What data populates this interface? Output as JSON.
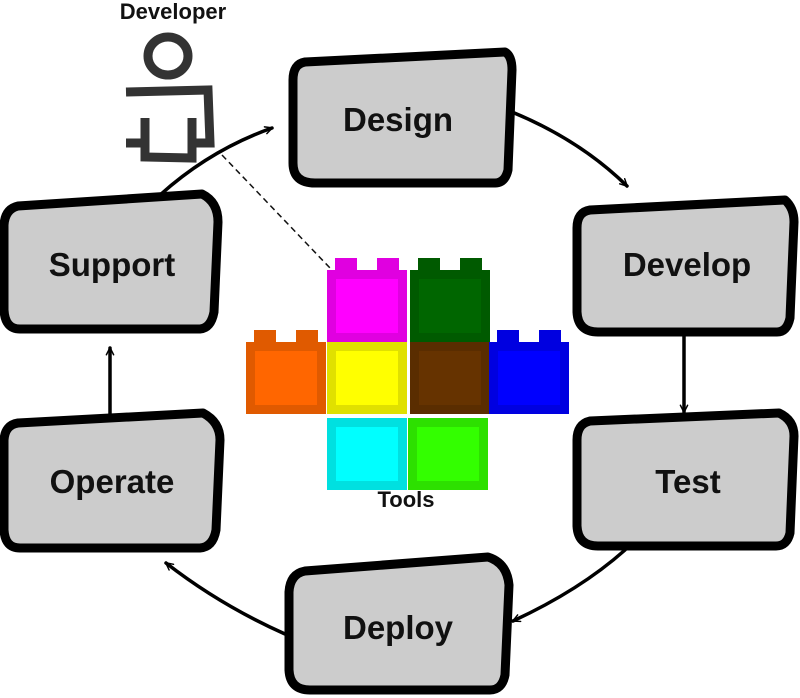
{
  "diagram": {
    "actor": {
      "label": "Developer",
      "icon": "person-icon"
    },
    "stages": [
      {
        "id": "design",
        "label": "Design"
      },
      {
        "id": "develop",
        "label": "Develop"
      },
      {
        "id": "test",
        "label": "Test"
      },
      {
        "id": "deploy",
        "label": "Deploy"
      },
      {
        "id": "operate",
        "label": "Operate"
      },
      {
        "id": "support",
        "label": "Support"
      }
    ],
    "flow": [
      {
        "from": "design",
        "to": "develop"
      },
      {
        "from": "develop",
        "to": "test"
      },
      {
        "from": "test",
        "to": "deploy"
      },
      {
        "from": "deploy",
        "to": "operate"
      },
      {
        "from": "operate",
        "to": "support"
      },
      {
        "from": "support",
        "to": "design"
      }
    ],
    "tools": {
      "label": "Tools",
      "icon": "building-blocks-icon",
      "blocks": [
        {
          "name": "magenta",
          "color": "#ff00ff"
        },
        {
          "name": "dark-green",
          "color": "#006600"
        },
        {
          "name": "orange",
          "color": "#ff6600"
        },
        {
          "name": "yellow",
          "color": "#ffff00"
        },
        {
          "name": "brown",
          "color": "#663300"
        },
        {
          "name": "blue",
          "color": "#0000ff"
        },
        {
          "name": "cyan",
          "color": "#00ffff"
        },
        {
          "name": "green",
          "color": "#33ff00"
        }
      ]
    },
    "colors": {
      "stage_fill": "#cccccc",
      "stage_stroke": "#000000",
      "actor": "#333333"
    }
  }
}
